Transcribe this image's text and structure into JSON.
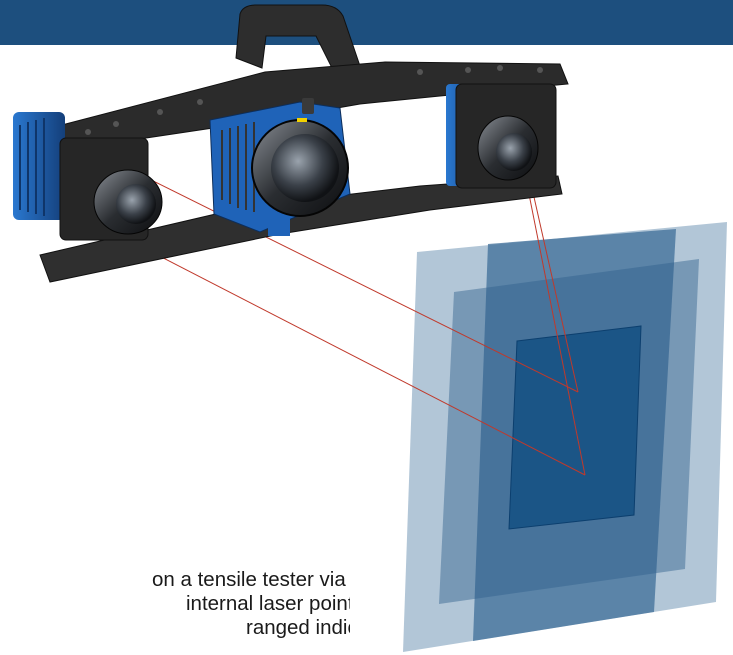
{
  "body_text": {
    "line1": "on a tensile tester via an",
    "line2": "internal laser pointers per",
    "line3": "ranged indicate the nominal"
  },
  "colors": {
    "header_bar": "#1d4f7e",
    "field_light": "#7fa0bd",
    "field_mid": "#3e6e98",
    "field_dark": "#1b5586",
    "laser": "#c0392b",
    "carbon": "#2b2b2b",
    "camera_blue": "#1f63b8"
  }
}
